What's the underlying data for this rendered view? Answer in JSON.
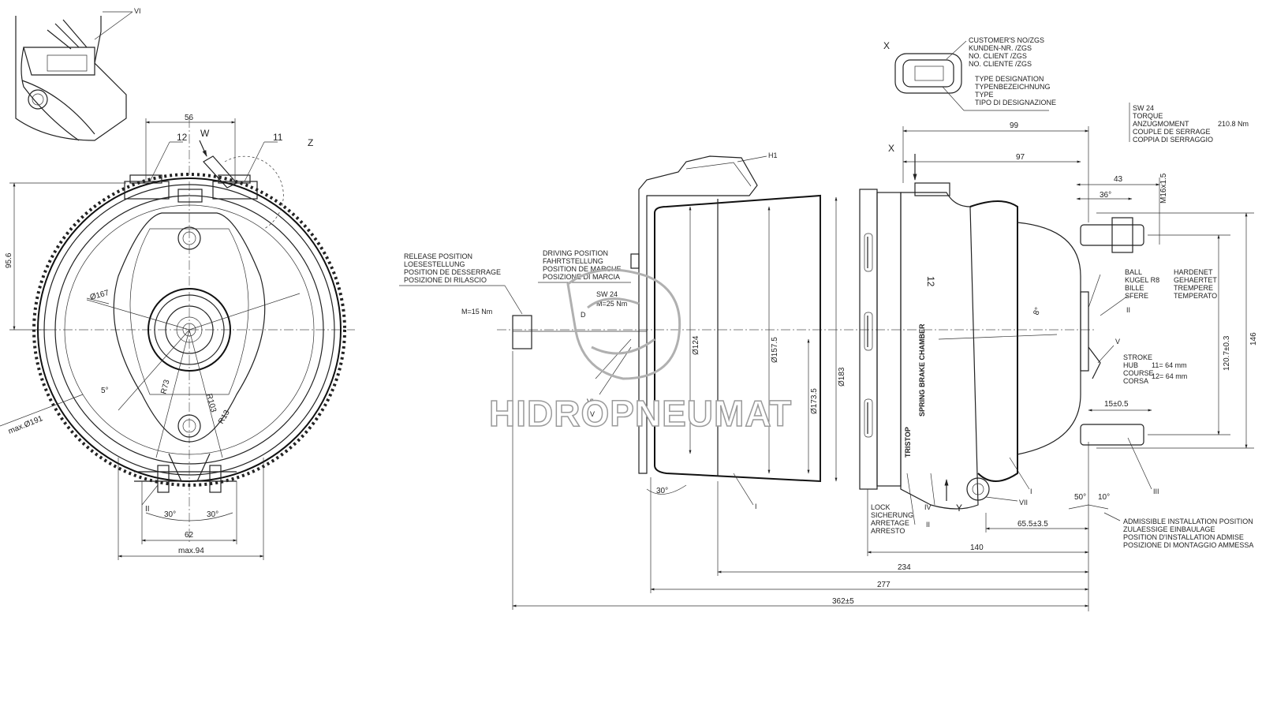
{
  "watermark": "HIDROPNEUMAT",
  "top_left_view": {
    "label": "VI"
  },
  "front_view": {
    "labels": {
      "w": "W",
      "z": "Z",
      "l12": "12",
      "l11": "11",
      "II": "II",
      "d167": "Ø167",
      "max191": "max.Ø191",
      "r73": "R73",
      "r103": "R103",
      "r13": "R13",
      "a5": "5°",
      "a30l": "30°",
      "a30r": "30°"
    },
    "dims": {
      "w56": "56",
      "h95": "95.6",
      "w62": "62",
      "max94": "max.94"
    }
  },
  "notes": {
    "customer": [
      "CUSTOMER'S NO/ZGS",
      "KUNDEN-NR.   /ZGS",
      "NO. CLIENT    /ZGS",
      "NO. CLIENTE   /ZGS"
    ],
    "type": [
      "TYPE DESIGNATION",
      "TYPENBEZEICHNUNG",
      "TYPE",
      "TIPO DI DESIGNAZIONE"
    ],
    "x_label": "X",
    "sw24": [
      "SW 24",
      "TORQUE",
      "ANZUGMOMENT",
      "COUPLE DE SERRAGE",
      "COPPIA DI SERRAGGIO"
    ],
    "torque_value": "210.8 Nm",
    "release": [
      "RELEASE POSITION",
      "LOESESTELLUNG",
      "POSITION DE DESSERRAGE",
      "POSIZIONE DI RILASCIO"
    ],
    "driving": [
      "DRIVING POSITION",
      "FAHRTSTELLUNG",
      "POSITION DE MARCHE",
      "POSIZIONE DI MARCIA"
    ],
    "m15": "M=15 Nm",
    "sw24b": "SW 24",
    "m25": "M=25 Nm",
    "ball": [
      "BALL",
      "KUGEL R8",
      "BILLE",
      "SFERE"
    ],
    "hardened": [
      "HARDENET",
      "GEHAERTET",
      "TREMPERE",
      "TEMPERATO"
    ],
    "stroke": [
      "STROKE",
      "HUB",
      "COURSE",
      "CORSA"
    ],
    "stroke_vals": [
      "11=  64 mm",
      "12=  64 mm"
    ],
    "lock": [
      "LOCK",
      "SICHERUNG",
      "ARRETAGE",
      "ARRESTO"
    ],
    "install": [
      "ADMISSIBLE INSTALLATION POSITION",
      "ZULAESSIGE EINBAULAGE",
      "POSITION D'INSTALLATION ADMISE",
      "POSIZIONE DI MONTAGGIO AMMESSA"
    ]
  },
  "side_view": {
    "labels": {
      "H1": "H1",
      "I1": "I",
      "I2": "I",
      "II1": "II",
      "II2": "II",
      "III": "III",
      "IV": "IV",
      "V1": "V",
      "V2": "V",
      "VI": "VI",
      "VII": "VII",
      "D": "D",
      "X": "X",
      "Y": "Y",
      "a30": "30°",
      "a50": "50°",
      "a10": "10°",
      "a8": "8°",
      "l12": "12"
    },
    "dims": {
      "d99": "99",
      "d97": "97",
      "d43": "43",
      "d36": "36°",
      "m16": "M16x1.5",
      "d124": "Ø124",
      "d157": "Ø157.5",
      "d173": "Ø173.5",
      "d183": "Ø183",
      "d120": "120.7±0.3",
      "d146": "146",
      "d15": "15±0.5",
      "d65": "65.5±3.5",
      "d140": "140",
      "d234": "234",
      "d277": "277",
      "d362": "362±5"
    }
  }
}
